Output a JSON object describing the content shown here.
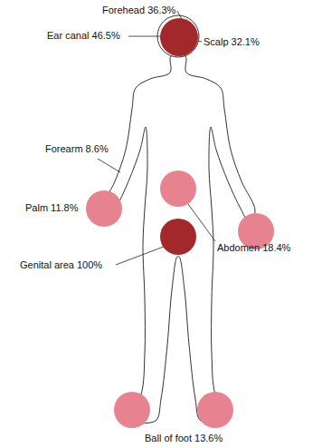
{
  "diagram": {
    "labels": [
      "Forehead 36.3%",
      "Ear canal 46.5%",
      "Scalp 32.1%",
      "Forearm 8.6%",
      "Palm 11.8%",
      "Abdomen 18.4%",
      "Genital area 100%",
      "Ball of foot 13.6%"
    ]
  }
}
